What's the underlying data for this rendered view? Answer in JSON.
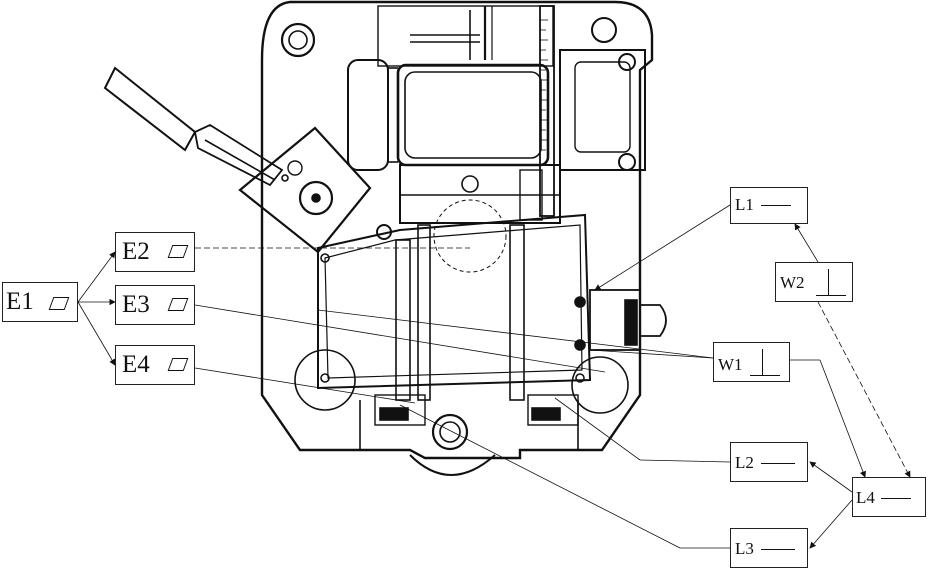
{
  "labels": {
    "E1": "E1",
    "E2": "E2",
    "E3": "E3",
    "E4": "E4",
    "L1": "L1",
    "L2": "L2",
    "L3": "L3",
    "L4": "L4",
    "W1": "W1",
    "W2": "W2"
  },
  "colors": {
    "line": "#111111",
    "background": "#ffffff"
  }
}
